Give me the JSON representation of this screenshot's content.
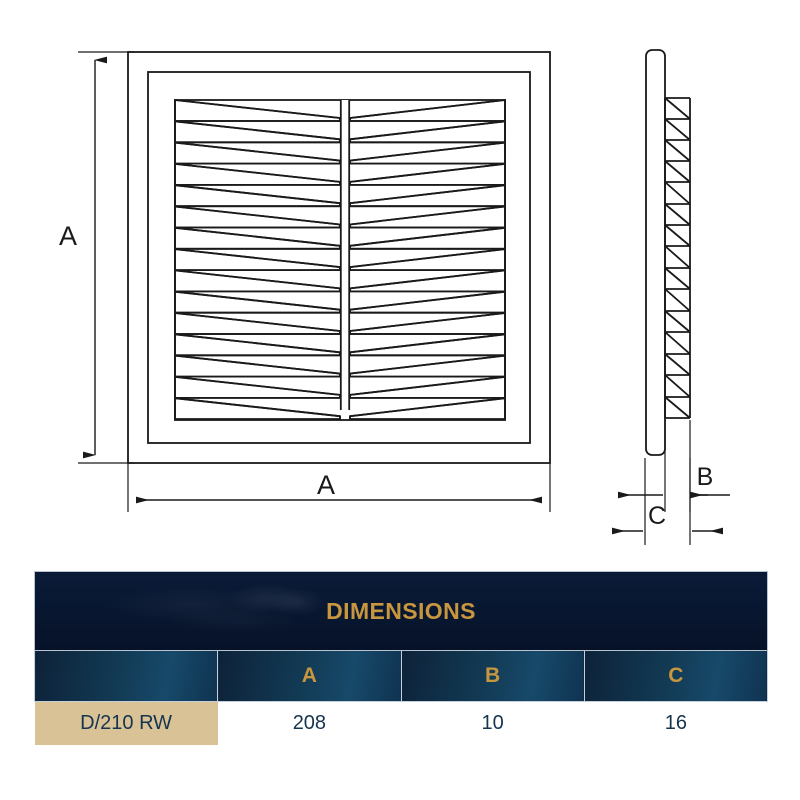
{
  "drawing": {
    "labels": {
      "height_label": "A",
      "width_label": "A",
      "plate_label": "B",
      "depth_label": "C"
    },
    "views": {
      "front_view_name": "front-elevation",
      "side_view_name": "side-section"
    },
    "louver_count": 15
  },
  "table": {
    "title": "DIMENSIONS",
    "columns": [
      "",
      "A",
      "B",
      "C"
    ],
    "rows": [
      {
        "product": "D/210 RW",
        "A": "208",
        "B": "10",
        "C": "16"
      }
    ]
  },
  "colors": {
    "title_bar": "#07152e",
    "sub_head": "#123a54",
    "gold": "#c8963e",
    "tan": "#d9c396",
    "value_text": "#17344f",
    "line": "#1a1a1a"
  }
}
